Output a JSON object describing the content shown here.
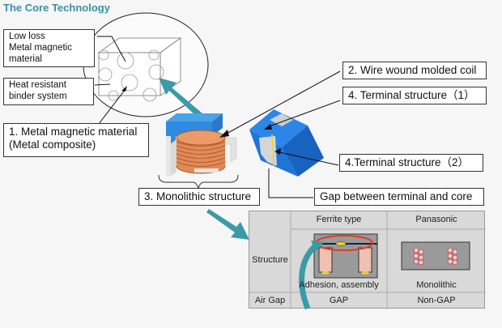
{
  "title": "The Core Technology",
  "labels": {
    "low_loss": "Low loss\nMetal magnetic\nmaterial",
    "low_loss_l1": "Low loss",
    "low_loss_l2": "Metal magnetic",
    "low_loss_l3": "material",
    "binder_l1": "Heat resistant",
    "binder_l2": "binder system",
    "metal_l1": "1. Metal magnetic material",
    "metal_l2": "(Metal composite)",
    "coil": "2. Wire wound molded coil",
    "terminal1": "4. Terminal structure（1）",
    "terminal2": "4.Terminal structure（2）",
    "monolithic": "3. Monolithic structure",
    "gap": "Gap between terminal and core"
  },
  "table": {
    "headers": [
      "",
      "Ferrite type",
      "Panasonic"
    ],
    "rows": [
      {
        "label": "Structure",
        "ferrite": "Adhesion, assembly",
        "panasonic": "Monolithic"
      },
      {
        "label": "Air Gap",
        "ferrite": "GAP",
        "panasonic": "Non-GAP"
      }
    ]
  },
  "colors": {
    "accent_teal": "#3b9aa6",
    "title": "#3a8fa8",
    "core_blue": "#1a74d8",
    "coil_copper": "#d9794a",
    "highlight_red": "#e03a2a"
  }
}
